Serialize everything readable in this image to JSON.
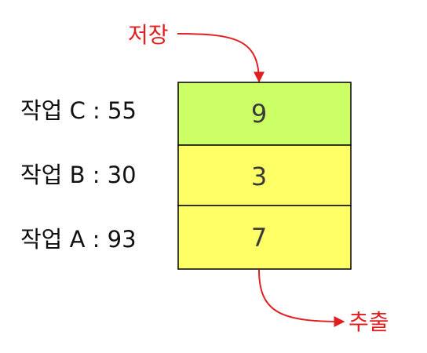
{
  "stack": {
    "cells": [
      {
        "value": "9",
        "job_label": "작업 C : 55",
        "fill": "#ccff66"
      },
      {
        "value": "3",
        "job_label": "작업 B : 30",
        "fill": "#ffff66"
      },
      {
        "value": "7",
        "job_label": "작업 A : 93",
        "fill": "#ffff66"
      }
    ]
  },
  "store": {
    "label": "저장"
  },
  "extract": {
    "label": "추출"
  },
  "colors": {
    "arrow": "#e02020",
    "border": "#000000"
  }
}
